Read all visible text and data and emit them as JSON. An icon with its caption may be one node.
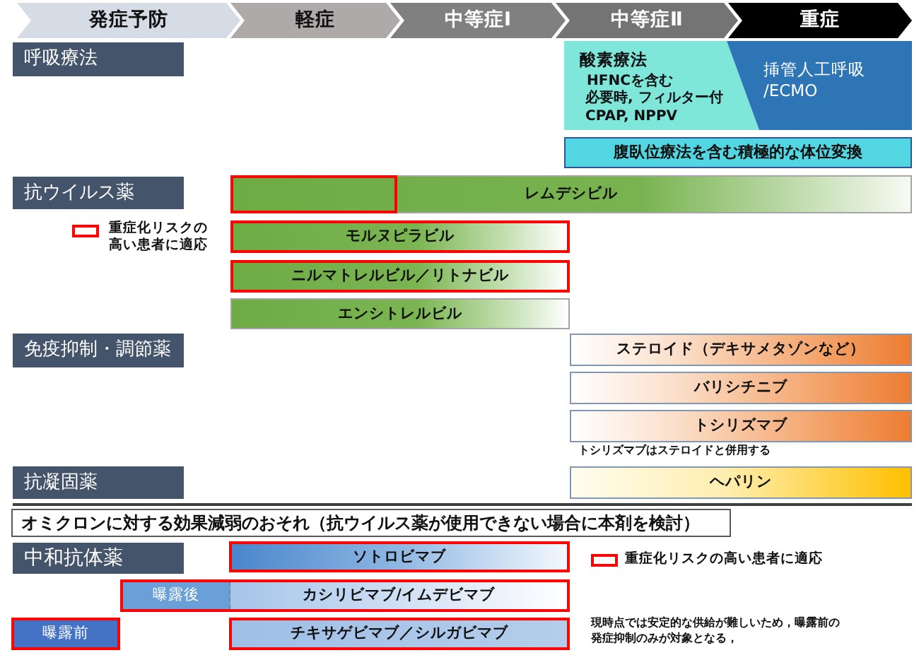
{
  "diagram": {
    "nodes": [
      {
        "text": [
          "発症予防"
        ]
      },
      {
        "text": [
          "軽症"
        ]
      },
      {
        "text": [
          "中等症Ⅰ"
        ]
      },
      {
        "text": [
          "中等症Ⅱ"
        ]
      },
      {
        "text": [
          "重症"
        ]
      },
      {
        "text": [
          "呼吸療法"
        ]
      },
      {
        "text": [
          "酸素療法",
          "HFNCを含む",
          "必要時, フィルター付 CPAP, NPPV"
        ]
      },
      {
        "text": [
          "挿管人工呼吸 /ECMO"
        ]
      },
      {
        "text": [
          "腹臥位療法を含む積極的な体位変換"
        ]
      },
      {
        "text": [
          "抗ウイルス薬"
        ]
      },
      {
        "text": [
          "レムデシビル"
        ]
      },
      {
        "text": [],
        "shape": "box",
        "in": 10
      },
      {
        "text": [
          "モルヌピラビル"
        ]
      },
      {
        "text": [
          "ニルマトレルビル／リトナビル"
        ]
      },
      {
        "text": [
          "エンシトレルビル"
        ]
      },
      {
        "text": [
          "免疫抑制・調節薬"
        ]
      },
      {
        "text": [
          "ステロイド（デキサメタゾンなど）"
        ]
      },
      {
        "text": [
          "バリシチニブ"
        ]
      },
      {
        "text": [
          "トシリズマブ"
        ],
        "beside": [
          "トシリズマブはステロイドと併用する"
        ]
      },
      {
        "text": [
          "抗凝固薬"
        ]
      },
      {
        "text": [
          "ヘパリン"
        ]
      },
      {
        "text": [
          "オミクロンに対する効果減弱のおそれ（抗ウイルス薬が使用できない場合に本剤を検討）"
        ]
      },
      {
        "text": [
          "中和抗体薬"
        ]
      },
      {
        "text": [
          "ソトロビマブ"
        ]
      },
      {
        "text": [
          "曝露後",
          "カシリビマブ/イムデビマブ"
        ]
      },
      {
        "text": [
          "曝露前"
        ]
      },
      {
        "text": [
          "チキサゲビマブ／シルガビマブ"
        ]
      }
    ],
    "labels": [
      "現時点では安定的な供給が難しいため，曝露前の発症抑制のみが対象となる，"
    ],
    "legend": [
      {
        "text": "重症化リスクの高い患者に適応"
      },
      {
        "text": "重症化リスクの高い患者に適応"
      }
    ]
  }
}
